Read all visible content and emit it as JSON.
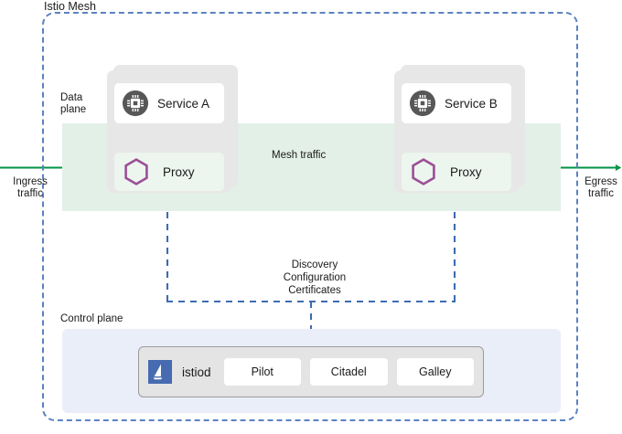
{
  "diagram": {
    "title": "Istio Mesh",
    "labels": {
      "data_plane": "Data\nplane",
      "control_plane": "Control plane",
      "ingress_traffic": "Ingress\ntraffic",
      "egress_traffic": "Egress\ntraffic",
      "mesh_traffic": "Mesh traffic",
      "discovery_config": "Discovery\nConfiguration\nCertificates"
    },
    "pods": [
      {
        "service_label": "Service A",
        "proxy_label": "Proxy",
        "service_icon": "chip-icon",
        "proxy_icon": "hexagon-icon"
      },
      {
        "service_label": "Service B",
        "proxy_label": "Proxy",
        "service_icon": "chip-icon",
        "proxy_icon": "hexagon-icon"
      }
    ],
    "control_plane": {
      "name": "istiod",
      "logo_icon": "istio-sail-logo",
      "components": [
        "Pilot",
        "Citadel",
        "Galley"
      ]
    },
    "colors": {
      "mesh_border": "#5b82c2",
      "data_plane_band": "#e3f0e7",
      "control_plane_band": "#eaeef8",
      "traffic_arrow": "#009444",
      "control_arrow": "#3d6cb0",
      "pod_background": "#e7e7e7",
      "service_icon_circle": "#575757",
      "proxy_hexagon": "#9b4f96",
      "istiod_logo": "#466bb0"
    }
  }
}
